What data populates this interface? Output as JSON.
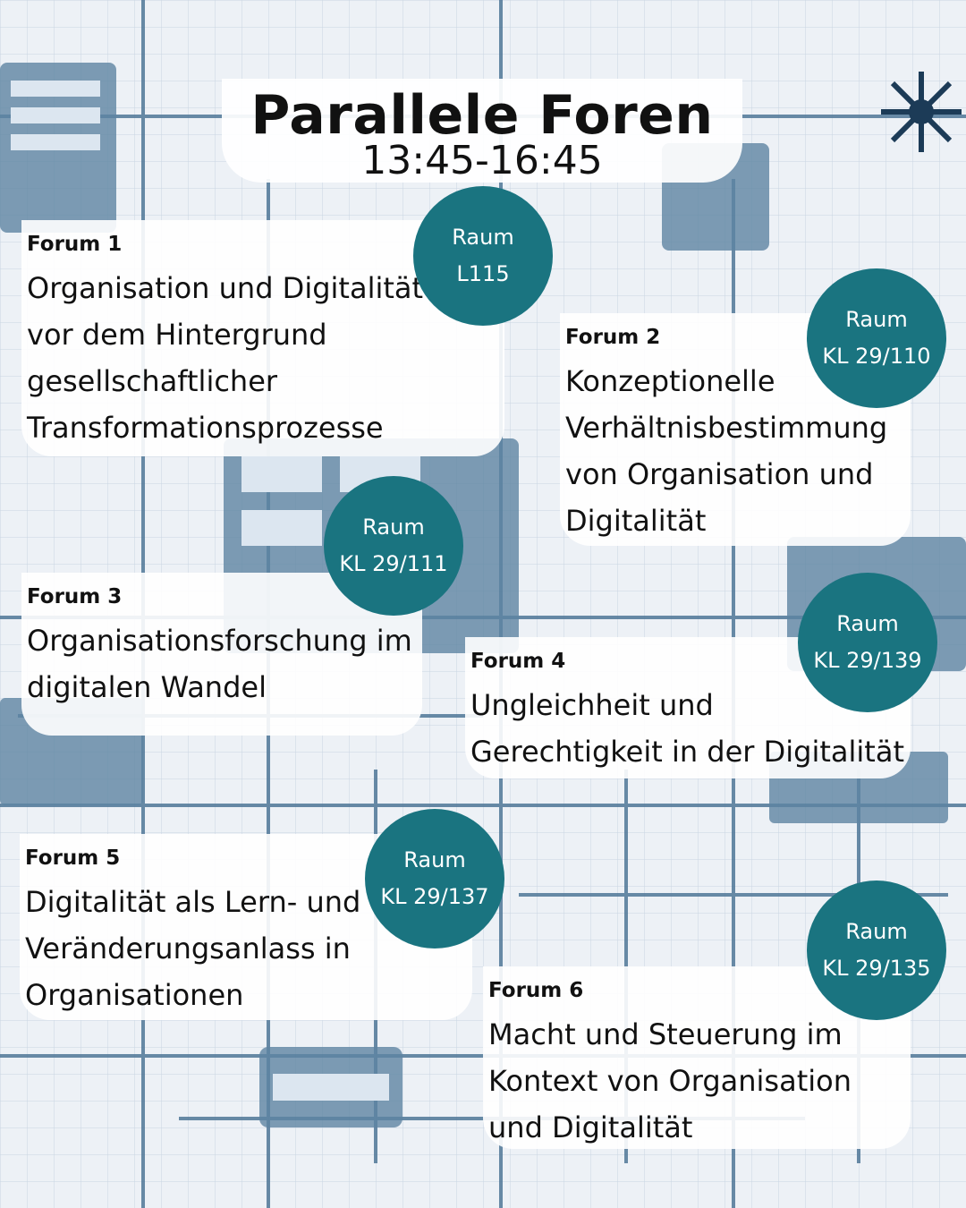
{
  "header": {
    "title": "Parallele Foren",
    "time": "13:45-16:45"
  },
  "colors": {
    "accent": "#1a7480",
    "background": "#e9eef4",
    "illustration": "#4f7797"
  },
  "forums": [
    {
      "label": "Forum 1",
      "title_lines": [
        "Organisation und Digitalität",
        "vor dem Hintergrund",
        "gesellschaftlicher",
        "Transformationsprozesse"
      ],
      "room_label": "Raum",
      "room": "L115"
    },
    {
      "label": "Forum 2",
      "title_lines": [
        "Konzeptionelle",
        "Verhältnisbestimmung",
        "von Organisation und",
        "Digitalität"
      ],
      "room_label": "Raum",
      "room": "KL 29/110"
    },
    {
      "label": "Forum 3",
      "title_lines": [
        "Organisationsforschung im",
        "digitalen Wandel"
      ],
      "room_label": "Raum",
      "room": "KL 29/111"
    },
    {
      "label": "Forum 4",
      "title_lines": [
        "Ungleichheit und",
        "Gerechtigkeit in der Digitalität"
      ],
      "room_label": "Raum",
      "room": "KL 29/139"
    },
    {
      "label": "Forum 5",
      "title_lines": [
        "Digitalität als Lern- und",
        "Veränderungsanlass in",
        "Organisationen"
      ],
      "room_label": "Raum",
      "room": "KL 29/137"
    },
    {
      "label": "Forum 6",
      "title_lines": [
        "Macht und Steuerung im",
        "Kontext von Organisation",
        "und Digitalität"
      ],
      "room_label": "Raum",
      "room": "KL 29/135"
    }
  ]
}
